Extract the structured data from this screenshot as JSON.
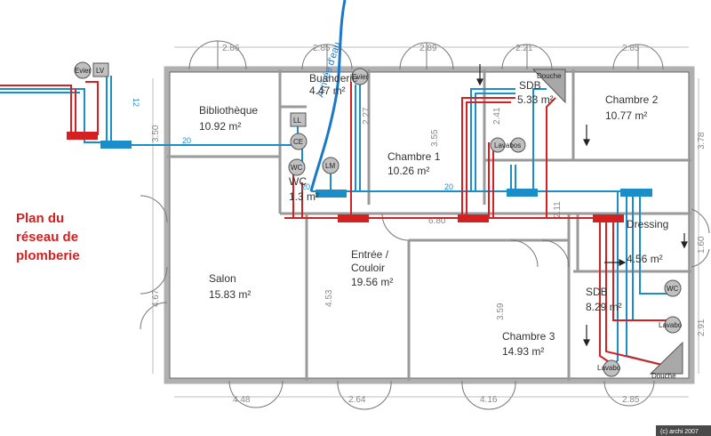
{
  "title": [
    "Plan du",
    "réseau de",
    "plomberie"
  ],
  "copyright": "(c) archi 2007",
  "rooms": {
    "bibliotheque": {
      "name": "Bibliothèque",
      "area": "10.92 m²"
    },
    "buanderie": {
      "name": "Buanderie",
      "area": "4.47 m²"
    },
    "chambre1": {
      "name": "Chambre 1",
      "area": "10.26 m²"
    },
    "sdb_top": {
      "name": "SDB",
      "area": "5.33 m²"
    },
    "chambre2": {
      "name": "Chambre 2",
      "area": "10.77 m²"
    },
    "wc_small": {
      "name": "WC",
      "area": "1.3 m²"
    },
    "salon": {
      "name": "Salon",
      "area": "15.83 m²"
    },
    "entree": {
      "name": "Entrée /",
      "name2": "Couloir",
      "area": "19.56 m²"
    },
    "dressing": {
      "name": "Dressing",
      "area": "4.56 m²"
    },
    "sdb_bottom": {
      "name": "SDB",
      "area": "8.29 m²"
    },
    "chambre3": {
      "name": "Chambre 3",
      "area": "14.93 m²"
    }
  },
  "fixtures": {
    "evier_out": "Evier",
    "lv": "LV",
    "evier_buand": "Evier",
    "ll": "LL",
    "ce": "CE",
    "wc_small": "WC",
    "lm": "LM",
    "douche_top": "Douche",
    "lavabos": "Lavabos",
    "wc_sdb": "WC",
    "lavabo_r": "Lavabo",
    "lavabo_l": "Lavabo",
    "douche_bottom": "Douche"
  },
  "river_label": "Arrivée d'eau",
  "pipe_labels": {
    "p12": "12",
    "p20a": "20",
    "p20b": "20",
    "p20c": "20"
  },
  "dimensions": {
    "top1": "2.86",
    "top2": "2.85",
    "top3": "2.89",
    "top4": "2.21",
    "top5": "2.85",
    "bot1": "4.48",
    "bot2": "2.64",
    "bot3": "4.16",
    "bot4": "2.85",
    "left1": "3.50",
    "left2": "4.67",
    "right1": "3.78",
    "right2": "1.60",
    "right3": "2.91",
    "in_227": "2.27",
    "in_355": "3.55",
    "in_241": "2.41",
    "in_211": "2.11",
    "in_453": "4.53",
    "in_359": "3.59",
    "in_680": "6.80"
  },
  "colors": {
    "hot": "#d42020",
    "cold": "#1b8ec9",
    "wall": "#9a9a9a",
    "supply": "#1a78c8"
  }
}
